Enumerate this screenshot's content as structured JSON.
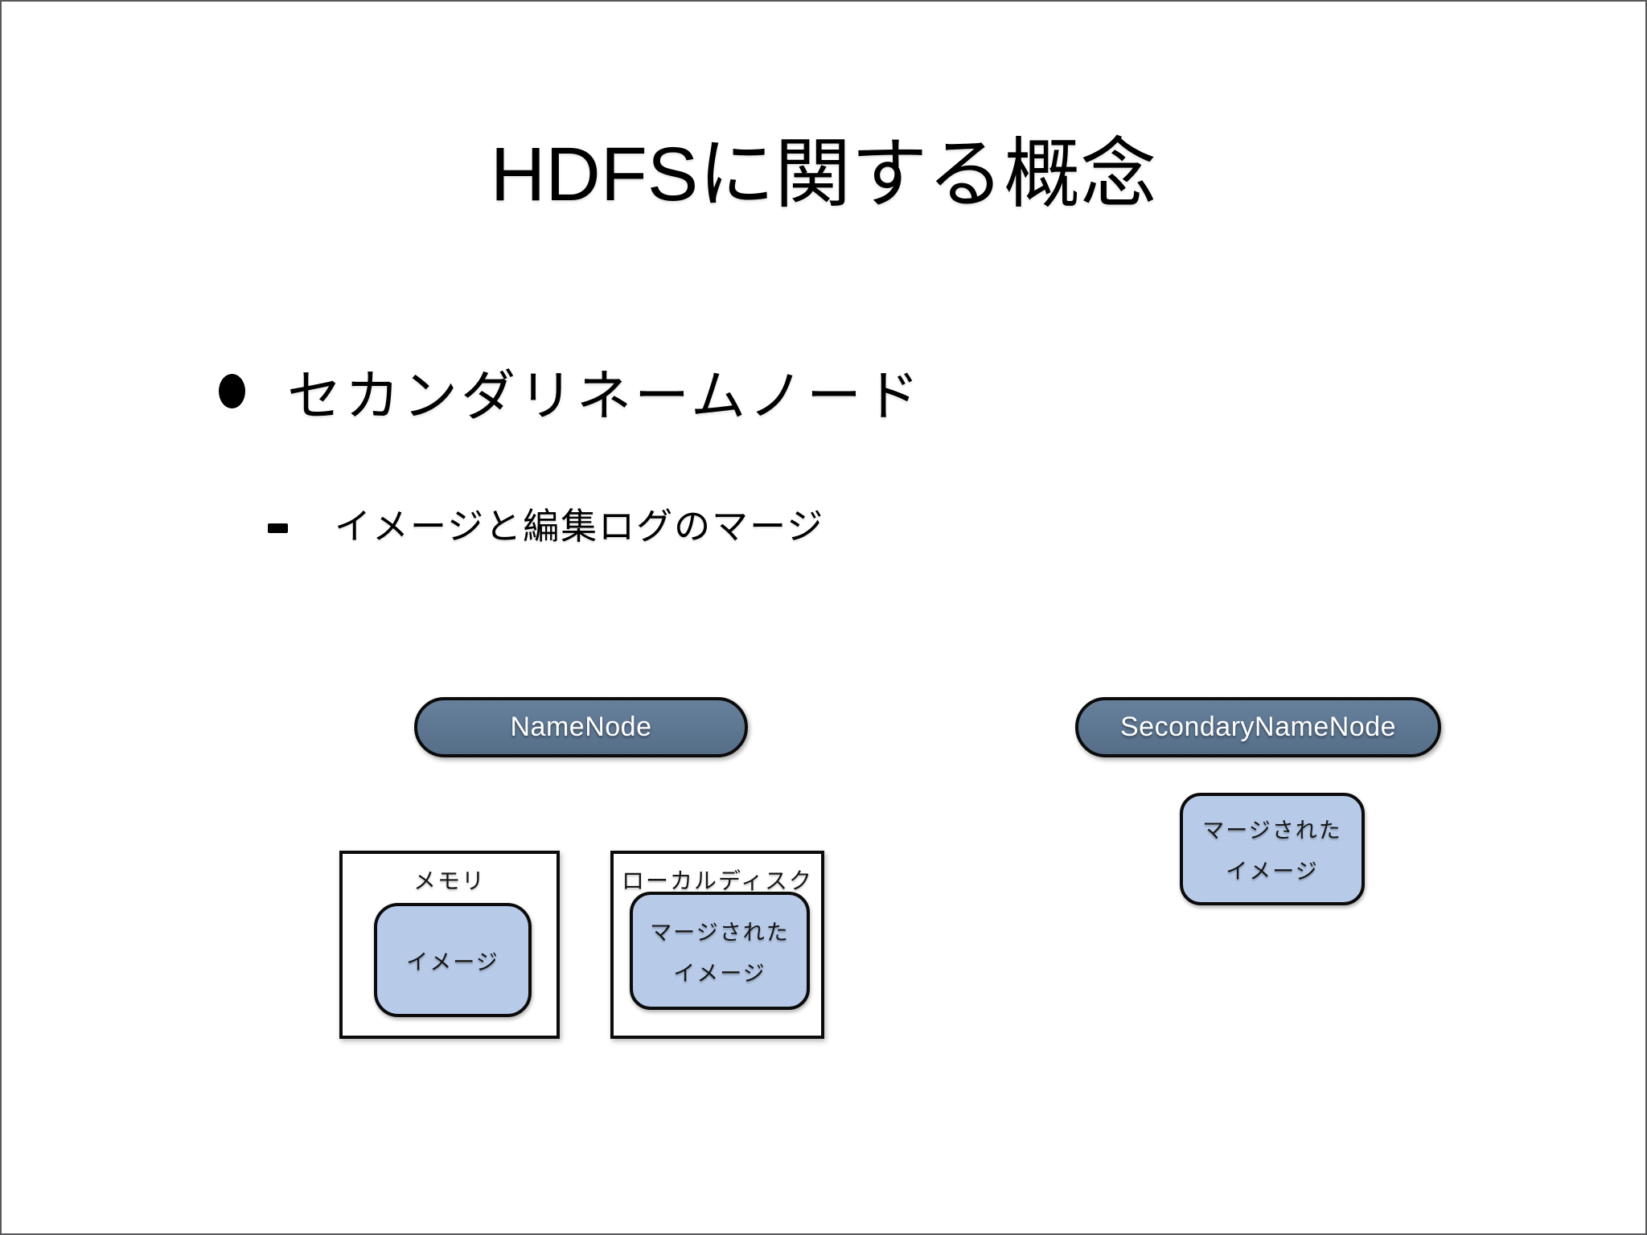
{
  "slide": {
    "title": "HDFSに関する概念",
    "bullets": {
      "main": "セカンダリネームノード",
      "sub": "イメージと編集ログのマージ"
    },
    "icons": {
      "bullet_marker": "filled-ellipse-dot",
      "sub_bullet_marker": "short-dash"
    }
  },
  "diagram": {
    "namenode_label": "NameNode",
    "secondary_label": "SecondaryNameNode",
    "memory_box": {
      "label": "メモリ",
      "inner_line1": "イメージ"
    },
    "disk_box": {
      "label": "ローカルディスク",
      "inner_line1": "マージされた",
      "inner_line2": "イメージ"
    },
    "secondary_box": {
      "inner_line1": "マージされた",
      "inner_line2": "イメージ"
    },
    "colors": {
      "node_fill_top": "#66809c",
      "node_fill_bottom": "#566e88",
      "node_border": "#0b0b0b",
      "node_text": "#ffffff",
      "container_fill": "#b7cbe9",
      "container_border": "#0b0b0b",
      "slide_border": "#59595b"
    }
  }
}
